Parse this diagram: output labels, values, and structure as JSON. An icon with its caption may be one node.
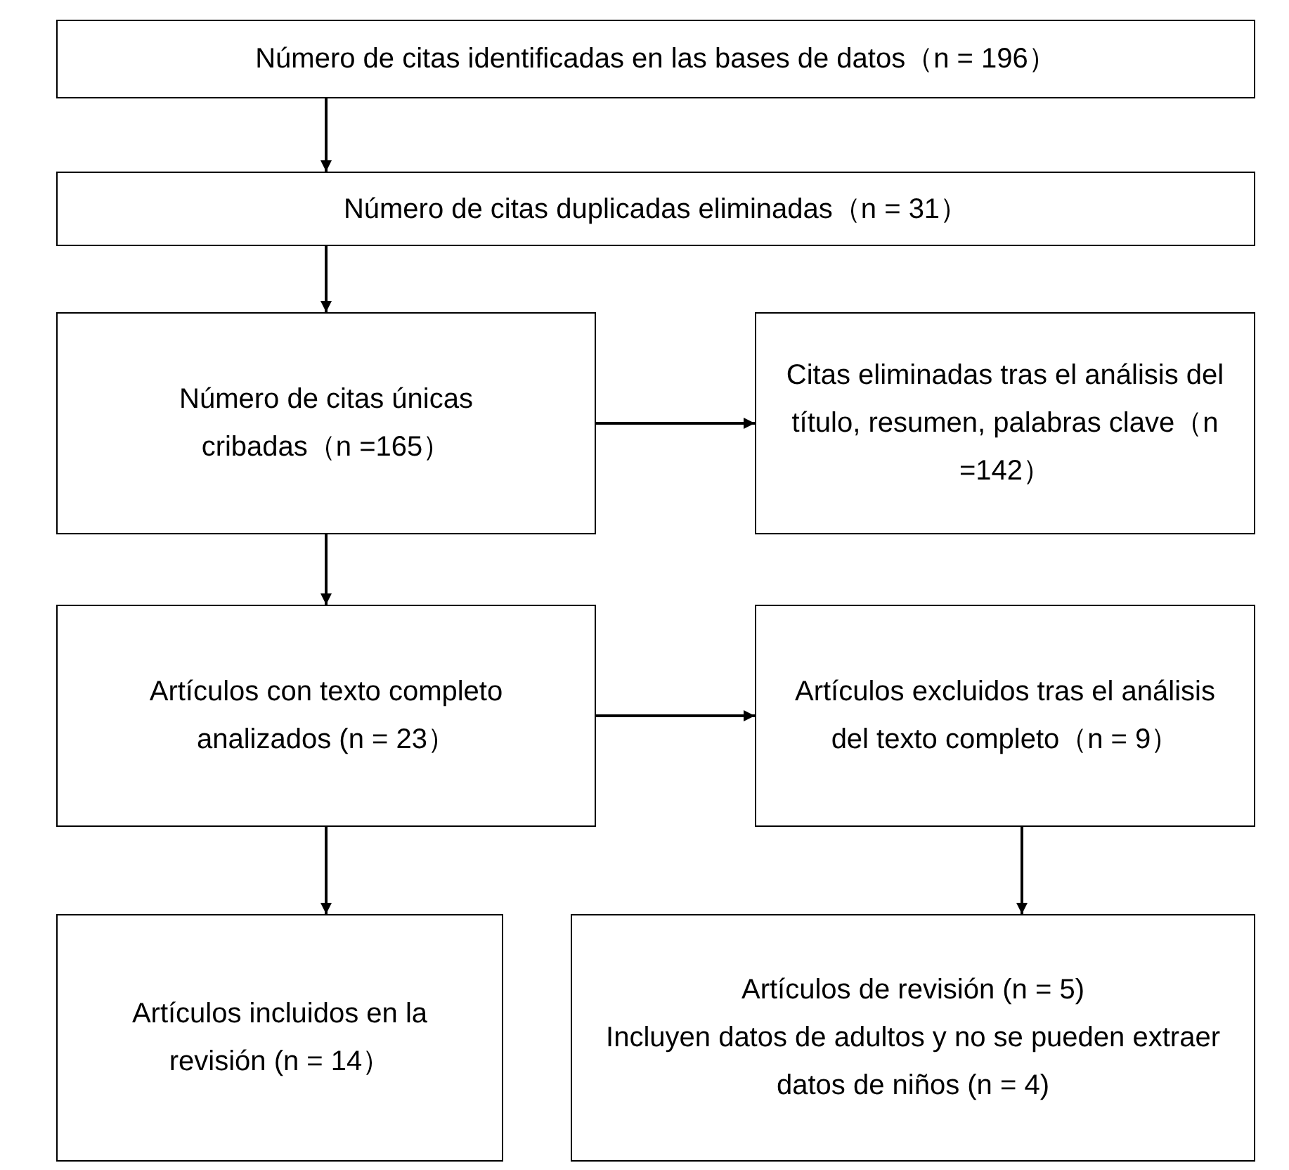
{
  "diagram": {
    "nodes": [
      {
        "text": [
          "Número de citas identificadas en las bases de datos（n = 196）"
        ]
      },
      {
        "text": [
          "Número de citas duplicadas eliminadas（n = 31）"
        ]
      },
      {
        "text": [
          "Número de citas únicas cribadas（n =165）"
        ]
      },
      {
        "text": [
          "Citas eliminadas tras el análisis del título, resumen, palabras clave（n =142）"
        ]
      },
      {
        "text": [
          "Artículos con texto completo analizados (n = 23）"
        ]
      },
      {
        "text": [
          "Artículos excluidos tras el análisis del texto completo（n = 9）"
        ]
      },
      {
        "text": [
          "Artículos incluidos en la revisión (n = 14）"
        ]
      },
      {
        "text": [
          "Artículos de revisión (n = 5)",
          "Incluyen datos de adultos y no se pueden extraer datos de niños (n = 4)"
        ]
      }
    ],
    "edges": [
      {
        "from": 0,
        "to": 1,
        "arrow": "to"
      },
      {
        "from": 1,
        "to": 2,
        "arrow": "to"
      },
      {
        "from": 2,
        "to": 3,
        "arrow": "to"
      },
      {
        "from": 2,
        "to": 4,
        "arrow": "to"
      },
      {
        "from": 4,
        "to": 5,
        "arrow": "to"
      },
      {
        "from": 4,
        "to": 6,
        "arrow": "to"
      },
      {
        "from": 5,
        "to": 7,
        "arrow": "to"
      }
    ]
  }
}
